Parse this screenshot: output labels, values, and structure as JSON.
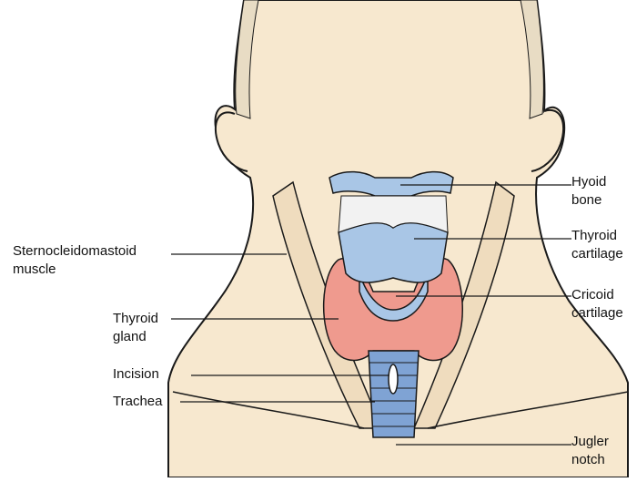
{
  "labels": {
    "hyoid": [
      "Hyoid",
      "bone"
    ],
    "thyroid_cartilage": [
      "Thyroid",
      "cartilage"
    ],
    "cricoid": [
      "Cricoid",
      "cartilage"
    ],
    "jugler": [
      "Jugler",
      "notch"
    ],
    "scm": [
      "Sternocleidomastoid",
      "muscle"
    ],
    "thyroid_gland": [
      "Thyroid",
      "gland"
    ],
    "incision": "Incision",
    "trachea": "Trachea"
  },
  "colors": {
    "skin": "#f7e8cf",
    "cartilage": "#a9c6e6",
    "gland": "#ef9a8e",
    "trachea": "#7fa3d4",
    "line": "#1a1a1a"
  }
}
